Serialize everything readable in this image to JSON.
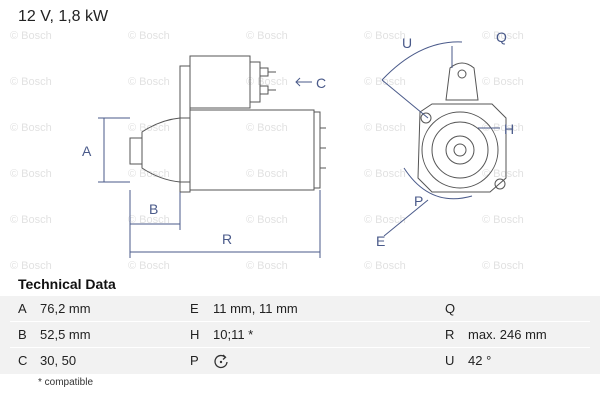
{
  "header": {
    "rating": "12 V, 1,8 kW"
  },
  "watermark_text": "© Bosch",
  "drawing": {
    "labels": {
      "A": "A",
      "B": "B",
      "R": "R",
      "C": "C",
      "U": "U",
      "H": "H",
      "P": "P",
      "E": "E",
      "Q": "Q"
    }
  },
  "technical_data": {
    "title": "Technical Data",
    "rows": [
      [
        {
          "key": "A",
          "value": "76,2 mm"
        },
        {
          "key": "E",
          "value": "11 mm, 11 mm"
        },
        {
          "key": "Q",
          "value": ""
        }
      ],
      [
        {
          "key": "B",
          "value": "52,5 mm"
        },
        {
          "key": "H",
          "value": "10;11 *"
        },
        {
          "key": "R",
          "value": "max. 246 mm"
        }
      ],
      [
        {
          "key": "C",
          "value": "30, 50"
        },
        {
          "key": "P",
          "value": "",
          "icon": "rotation-direction-icon"
        },
        {
          "key": "U",
          "value": "42 °"
        }
      ]
    ],
    "footnote": "* compatible"
  },
  "colors": {
    "line": "#555555",
    "dim": "#4a5a8a",
    "row_bg": "#f2f2f2",
    "watermark": "#e2e2e2"
  }
}
